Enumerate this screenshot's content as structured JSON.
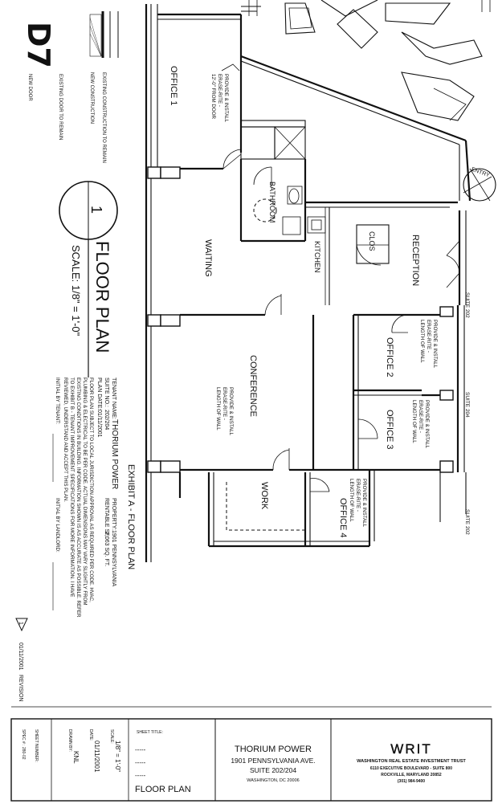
{
  "drawing": {
    "sheet_mark": "D7",
    "legend": {
      "existing_construction": "EXISTING CONSTRUCTION TO REMAIN",
      "new_construction": "NEW CONSTRUCTION",
      "existing_door": "EXISTING DOOR TO REMAIN",
      "new_door": "NEW DOOR"
    },
    "north_symbol_label": "1",
    "plan_title": "FLOOR PLAN",
    "scale_text": "SCALE: 1/8\" = 1'-0\"",
    "exhibit_title": "EXHIBIT A - FLOOR PLAN",
    "tenant_block": {
      "tenant_name_label": "TENANT NAME:",
      "tenant_name": "THORIUM POWER",
      "property_label": "PROPERTY:",
      "property": "1901 PENNSYLVANIA",
      "suite_label": "SUITE NO.:",
      "suite": "202/204",
      "rentable_label": "RENTABLE SF:",
      "rentable": "2,063 SQ. FT.",
      "plan_date_label": "PLAN DATE:",
      "plan_date": "01/11/2001",
      "notes": [
        "FLOOR PLAN SUBJECT TO LOCAL JURISDICTION APPROVAL AS REQUIRED PER CODE. HVAC,",
        "PLUMBING & ELECTRICAL TO BE PER CODE. ACTUAL DIMENSIONS MAY VARY SLIGHTLY FROM",
        "EXISTING CONDITIONS IN BUILDING. INFORMATION SHOWN IS AS ACCURATE AS POSSIBLE. REFER",
        "TO EXHIBIT B - TENANT IMPROVEMENT SPECIFICATIONS FOR MORE INFORMATION. I HAVE",
        "REVIEWED, UNDERSTAND AND ACCEPT THIS PLAN."
      ],
      "initial_tenant": "INITIAL BY TENANT:",
      "initial_landlord": "INITIAL BY LANDLORD:"
    },
    "revision": {
      "mark": "1",
      "date": "01/11/2001",
      "label": "REVISION"
    },
    "rooms": {
      "office1": "OFFICE 1",
      "bathroom": "BATHROOM",
      "kitchen": "KITCHEN",
      "clos": "CLOS",
      "reception": "RECEPTION",
      "waiting": "WAITING",
      "conference": "CONFERENCE",
      "office2": "OFFICE 2",
      "office3": "OFFICE 3",
      "work": "WORK",
      "office4": "OFFICE 4"
    },
    "callouts": {
      "office1_note": [
        "PROVIDE & INSTALL",
        "ERASE-RITE -",
        "12'-0\" FROM DOOR"
      ],
      "conference_note": [
        "PROVIDE & INSTALL",
        "ERASE-RITE -",
        "LENGTH OF WALL"
      ],
      "office2_note": [
        "PROVIDE & INSTALL",
        "ERASE-RITE -",
        "LENGTH OF WALL"
      ],
      "office3_note": [
        "PROVIDE & INSTALL",
        "ERASE-RITE -",
        "LENGTH OF WALL"
      ],
      "office4_note": [
        "PROVIDE & INSTALL",
        "ERASE-RITE -",
        "LENGTH OF WALL"
      ]
    },
    "suite_labels": [
      "SUITE 202",
      "SUITE 204",
      "SUITE 202"
    ],
    "entry_tag": "ENTRY"
  },
  "title_block": {
    "sheet_number_label": "SHEET NUMBER:",
    "spec": "SPEC # : 280-02",
    "drawn_by_label": "DRAWN BY:",
    "drawn_by": "KNL",
    "date_label": "DATE:",
    "date": "01/11/2001",
    "scale_label": "SCALE:",
    "scale": "1/8\" = 1'-0\"",
    "sheet_title_label": "SHEET TITLE:",
    "sheet_title": "FLOOR PLAN",
    "blank_lines": [
      "-----",
      "-----",
      "-----"
    ],
    "project": {
      "name": "THORIUM POWER",
      "address": "1901 PENNSYLVANIA AVE.",
      "suite": "SUITE 202/204",
      "city": "WASHINGTON, DC 20006"
    },
    "company": {
      "logo": "WRIT",
      "name": "WASHINGTON REAL ESTATE INVESTMENT TRUST",
      "address1": "6110 EXECUTIVE BOULEVARD - SUITE 800",
      "address2": "ROCKVILLE, MARYLAND 20852",
      "phone": "(301) 984-9400"
    }
  }
}
